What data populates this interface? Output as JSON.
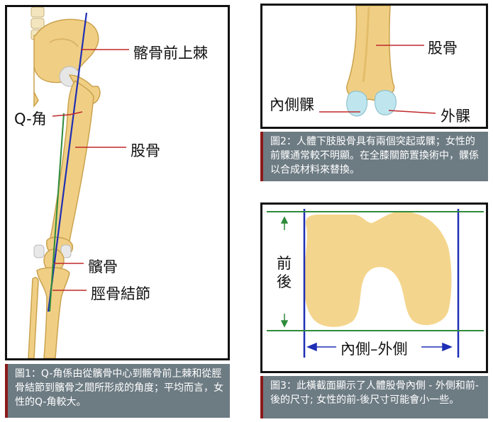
{
  "figure1": {
    "labels": {
      "asis": "髂骨前上棘",
      "q_angle": "Q-角",
      "femur": "股骨",
      "patella": "髕骨",
      "tibial_tuberosity": "脛骨結節"
    },
    "caption": "圖1：Q-角係由從髕骨中心到髂骨前上棘和從脛骨結節到髕骨之間所形成的角度；平均而言，女性的Q-角較大。"
  },
  "figure2": {
    "labels": {
      "femur": "股骨",
      "medial_condyle": "內側髁",
      "lateral_condyle": "外髁"
    },
    "caption": "圖2：人體下肢股骨具有兩個突起或髁；女性的前髁通常較不明顯。在全膝關節置換術中，髁係以合成材料來替換。"
  },
  "figure3": {
    "labels": {
      "ap_axis": "前後",
      "ml_axis": "內側–外側"
    },
    "caption": "圖3：此橫截面顯示了人體股骨內側 - 外側和前-後的尺寸; 女性的前-後尺寸可能會小一些。"
  },
  "colors": {
    "caption_bg": "#6d7b83",
    "bone": "#f0cf85",
    "cartilage": "#bfe6ef",
    "axis_blue": "#1f2fb5",
    "axis_green": "#2e8b3a",
    "pointer_red": "#c0282a"
  }
}
